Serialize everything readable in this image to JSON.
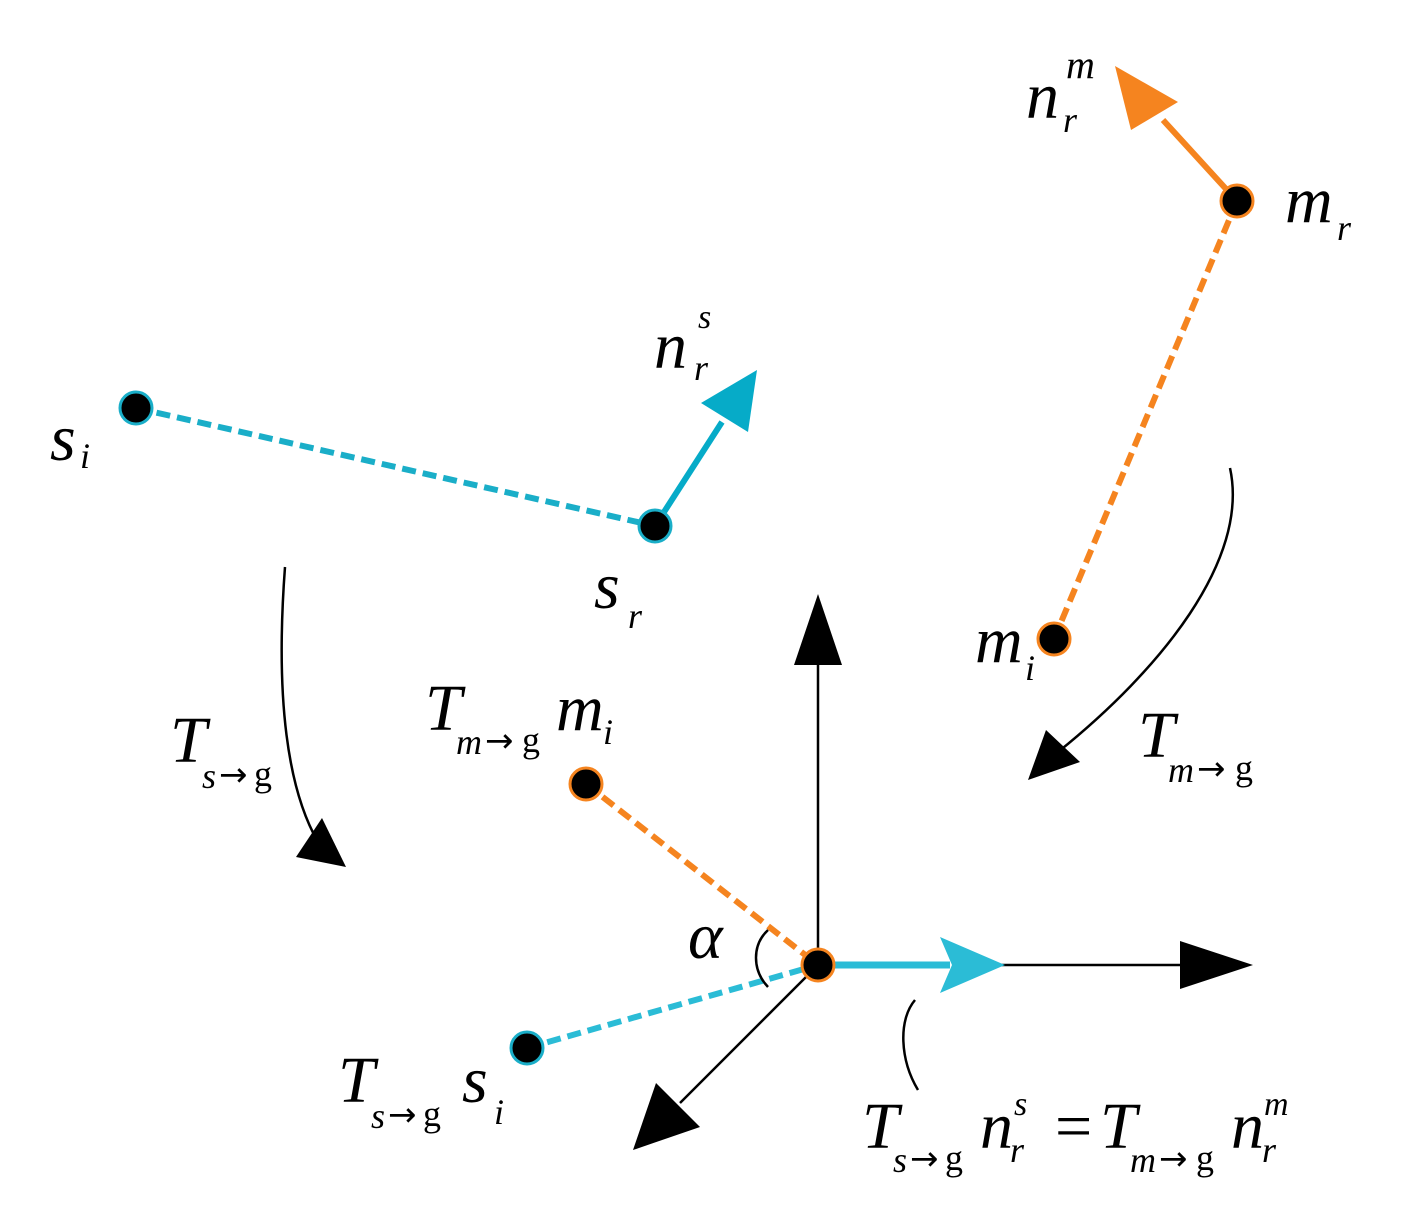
{
  "colors": {
    "source": "#1aaec8",
    "model": "#f5841f",
    "axis": "#000000",
    "point": "#000000"
  },
  "labels": {
    "si": {
      "main": "s",
      "sub": "i"
    },
    "sr": {
      "main": "s",
      "sub": "r"
    },
    "nrs": {
      "main": "n",
      "sub": "r",
      "sup": "s"
    },
    "mr": {
      "main": "m",
      "sub": "r"
    },
    "mi": {
      "main": "m",
      "sub": "i"
    },
    "nrm": {
      "main": "n",
      "sub": "r",
      "sup": "m"
    },
    "Tsg": {
      "main": "T",
      "sub_s": "s",
      "arrow": "→",
      "g": "g"
    },
    "Tmg": {
      "main": "T",
      "sub_m": "m",
      "arrow": "→",
      "g": "g"
    },
    "Tmg_mi": {
      "main": "T",
      "sub_m": "m",
      "arrow": "→",
      "g": "g",
      "var": "m",
      "var_sub": "i"
    },
    "Tsg_si": {
      "main": "T",
      "sub_s": "s",
      "arrow": "→",
      "g": "g",
      "var": "s",
      "var_sub": "i"
    },
    "alpha": "α",
    "equation": {
      "lhs_T": "T",
      "lhs_s": "s",
      "arrow": "→",
      "g": "g",
      "n": "n",
      "r": "r",
      "sup_s": "s",
      "equals": "=",
      "rhs_T": "T",
      "rhs_m": "m",
      "sup_m": "m"
    }
  }
}
